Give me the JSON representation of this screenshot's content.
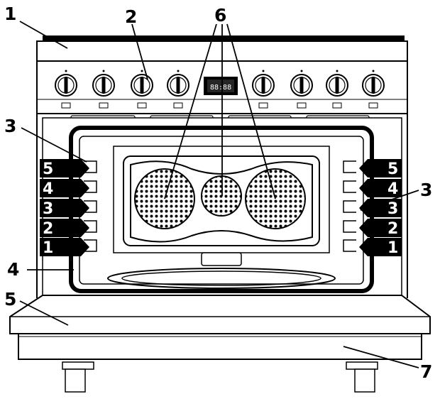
{
  "callouts": {
    "cooktop": "1",
    "control_knob": "2",
    "rack_guide_left": "3",
    "rack_guide_right": "3",
    "door_gasket": "4",
    "oven_door": "5",
    "convection_fans": "6",
    "storage_drawer": "7"
  },
  "rack_positions": [
    "5",
    "4",
    "3",
    "2",
    "1"
  ],
  "icons": {
    "knob": "control-knob-icon",
    "fan": "convection-fan-grille-icon",
    "display": "clock-display-icon"
  },
  "colors": {
    "line": "#000000",
    "tab": "#000000",
    "tab_text": "#ffffff",
    "fill": "#ffffff"
  }
}
